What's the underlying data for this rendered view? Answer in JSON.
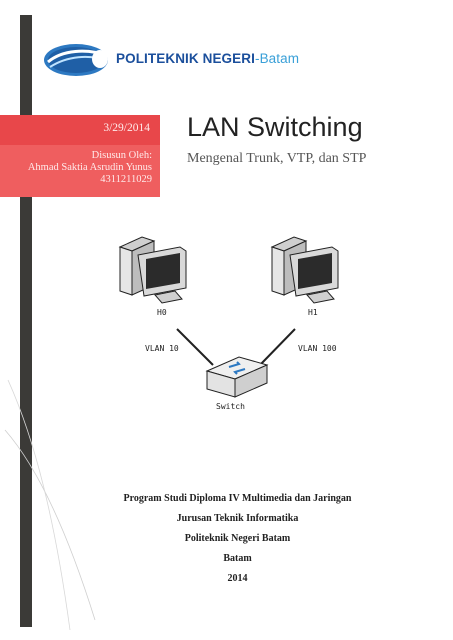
{
  "logo": {
    "icon": "politeknik-swoosh-logo",
    "text_main": "POLITEKNIK NEGERI",
    "text_sub": "-Batam",
    "colors": {
      "primary": "#1b4f9c",
      "secondary": "#3aa0d8"
    }
  },
  "cover": {
    "date": "3/29/2014",
    "author_label": "Disusun Oleh:",
    "author_name": "Ahmad Saktia Asrudin Yunus",
    "author_id": "4311211029",
    "title": "LAN Switching",
    "subtitle": "Mengenal Trunk, VTP, dan STP",
    "accent_colors": {
      "band_top": "#e8474a",
      "band_bottom": "#ef5e5f",
      "side_bar": "#3b3a37"
    }
  },
  "diagram": {
    "host_left": "H0",
    "host_right": "H1",
    "vlan_left": "VLAN 10",
    "vlan_right": "VLAN 100",
    "switch_label": "Switch",
    "icons": [
      "pc-icon",
      "pc-icon",
      "switch-icon"
    ]
  },
  "footer": {
    "line1": "Program Studi Diploma IV Multimedia dan Jaringan",
    "line2": "Jurusan Teknik Informatika",
    "line3": "Politeknik Negeri Batam",
    "line4": "Batam",
    "line5": "2014"
  }
}
